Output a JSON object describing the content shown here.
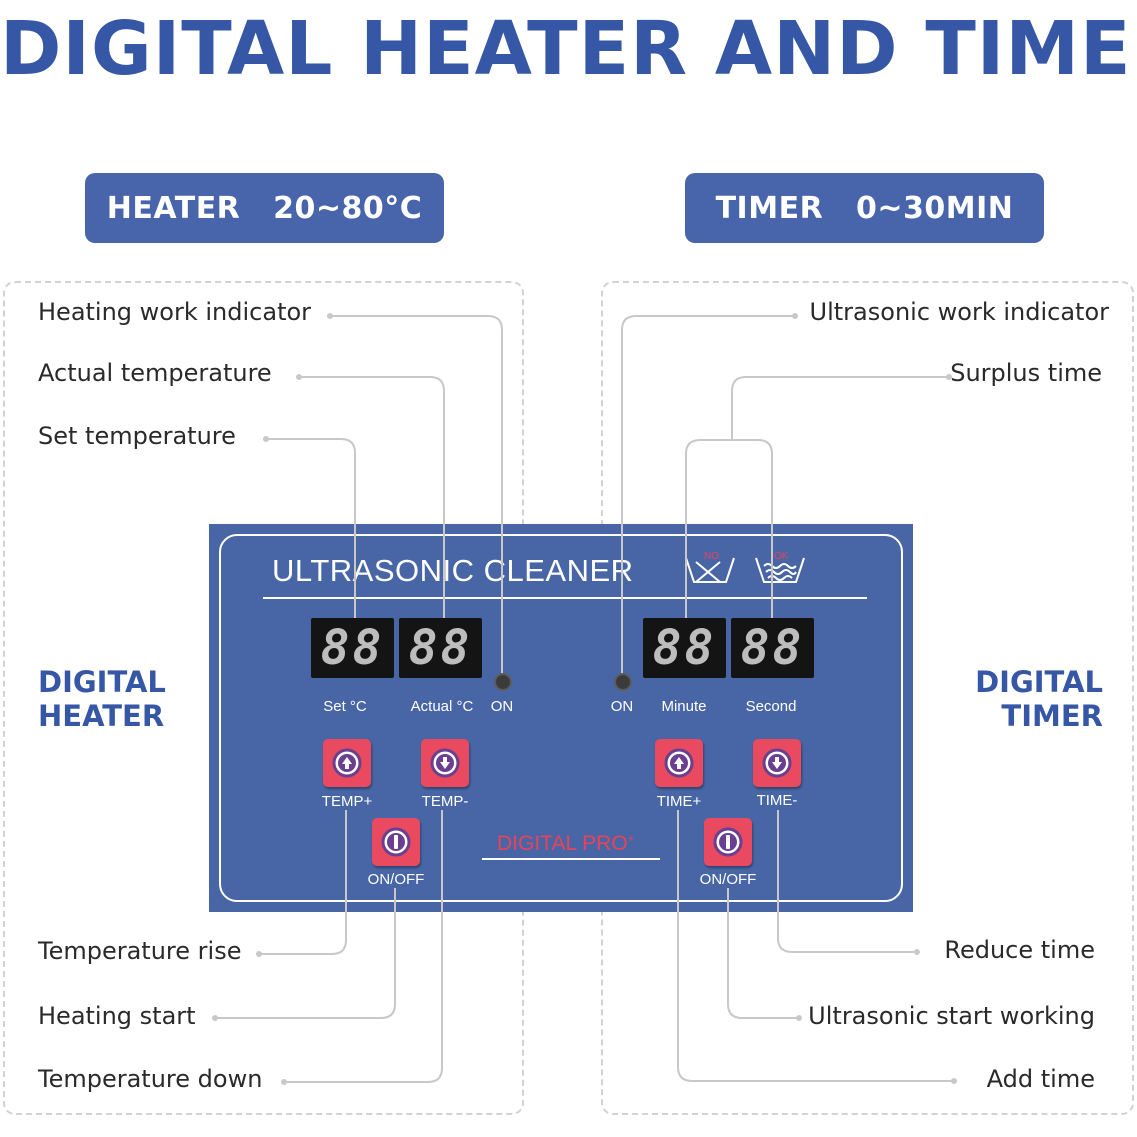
{
  "title": "DIGITAL HEATER AND TIMER",
  "heater_pill": "HEATER   20~80°C",
  "timer_pill": "TIMER   0~30MIN",
  "left_side_title": [
    "DIGITAL",
    "HEATER"
  ],
  "right_side_title": [
    "DIGITAL",
    "TIMER"
  ],
  "left_labels": {
    "heating_indicator": "Heating work indicator",
    "actual_temperature": "Actual temperature",
    "set_temperature": "Set temperature",
    "temperature_rise": "Temperature rise",
    "heating_start": "Heating start",
    "temperature_down": "Temperature down"
  },
  "right_labels": {
    "ultrasonic_indicator": "Ultrasonic work indicator",
    "surplus_time": "Surplus time",
    "reduce_time": "Reduce time",
    "ultrasonic_start": "Ultrasonic start working",
    "add_time": "Add time"
  },
  "panel": {
    "brand": "ULTRASONIC CLEANER",
    "icon_no": "NO",
    "icon_ok": "OK",
    "display_glyph": "88",
    "set_label": "Set °C",
    "actual_label": "Actual °C",
    "on_left": "ON",
    "on_right": "ON",
    "minute_label": "Minute",
    "second_label": "Second",
    "temp_plus": "TEMP+",
    "temp_minus": "TEMP-",
    "time_plus": "TIME+",
    "time_minus": "TIME-",
    "onoff_left": "ON/OFF",
    "onoff_right": "ON/OFF",
    "digital_pro": "DIGITAL PRO",
    "digital_pro_mark": "+"
  },
  "colors": {
    "brand_blue": "#3557a5",
    "panel_blue": "#4866a6",
    "button_red": "#e94a5f",
    "leader_gray": "#c8c8c8"
  }
}
